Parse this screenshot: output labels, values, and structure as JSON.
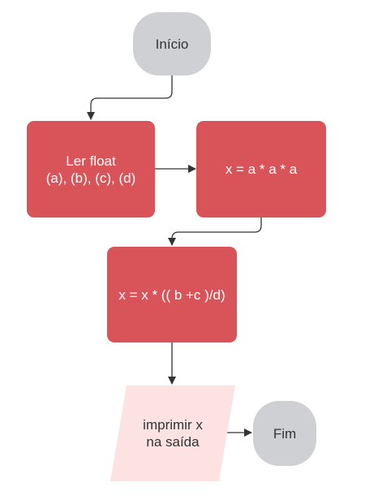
{
  "colors": {
    "terminal_fill": "#cfd0d3",
    "process_fill": "#d95459",
    "io_fill": "#fde2e2",
    "connector": "#333333"
  },
  "nodes": {
    "start": {
      "label": "Início"
    },
    "read": {
      "line1": "Ler float",
      "line2": "(a), (b), (c), (d)"
    },
    "calc1": {
      "label": "x = a * a * a"
    },
    "calc2": {
      "label": "x = x * (( b +c )/d)"
    },
    "output": {
      "line1": "imprimir x",
      "line2": "na saída"
    },
    "end": {
      "label": "Fim"
    }
  }
}
